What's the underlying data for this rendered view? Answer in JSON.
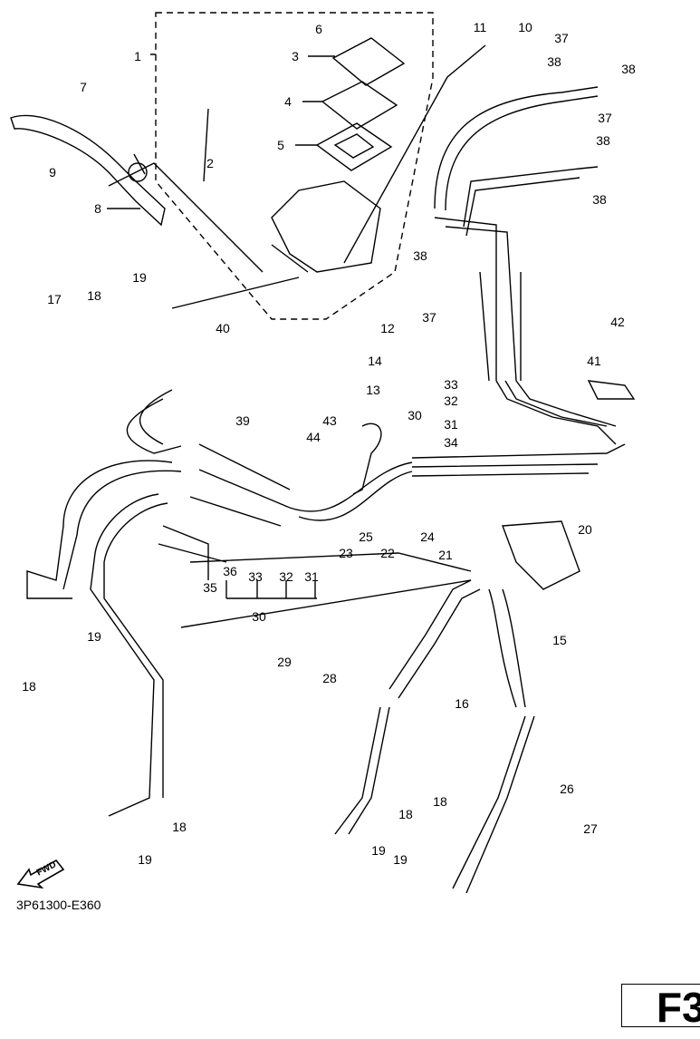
{
  "diagram": {
    "part_labels": [
      "1",
      "6",
      "3",
      "4",
      "5",
      "2",
      "7",
      "9",
      "8",
      "11",
      "10",
      "37",
      "38",
      "38",
      "37",
      "38",
      "38",
      "38",
      "37",
      "17",
      "18",
      "19",
      "40",
      "12",
      "14",
      "13",
      "42",
      "41",
      "33",
      "32",
      "30",
      "31",
      "34",
      "39",
      "43",
      "44",
      "20",
      "25",
      "24",
      "21",
      "23",
      "22",
      "36",
      "33",
      "32",
      "31",
      "35",
      "30",
      "19",
      "18",
      "15",
      "29",
      "28",
      "16",
      "18",
      "18",
      "18",
      "26",
      "27",
      "19",
      "19",
      "19"
    ],
    "fwd_arrow_text": "FWD",
    "diagram_code": "3P61300-E360",
    "page_section": "F3"
  }
}
